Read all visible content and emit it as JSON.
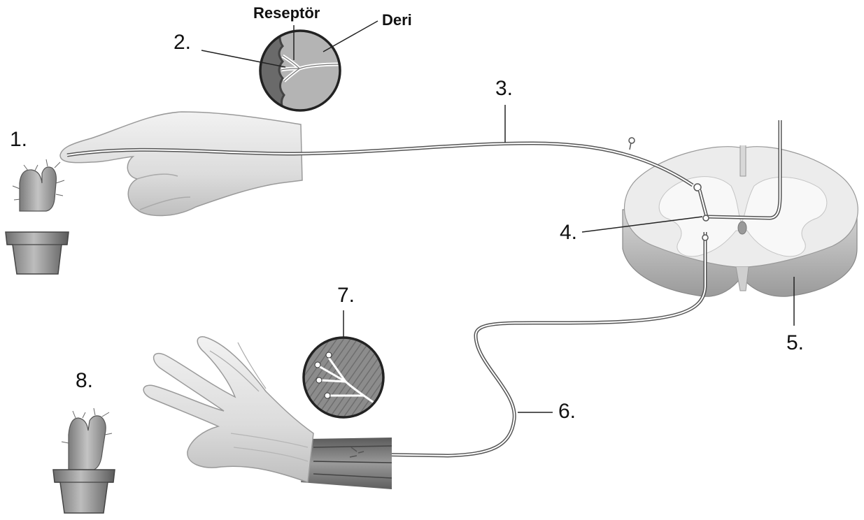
{
  "labels": {
    "n1": "1.",
    "n2": "2.",
    "n3": "3.",
    "n4": "4.",
    "n5": "5.",
    "n6": "6.",
    "n7": "7.",
    "n8": "8.",
    "receptor": "Reseptör",
    "skin": "Deri"
  }
}
